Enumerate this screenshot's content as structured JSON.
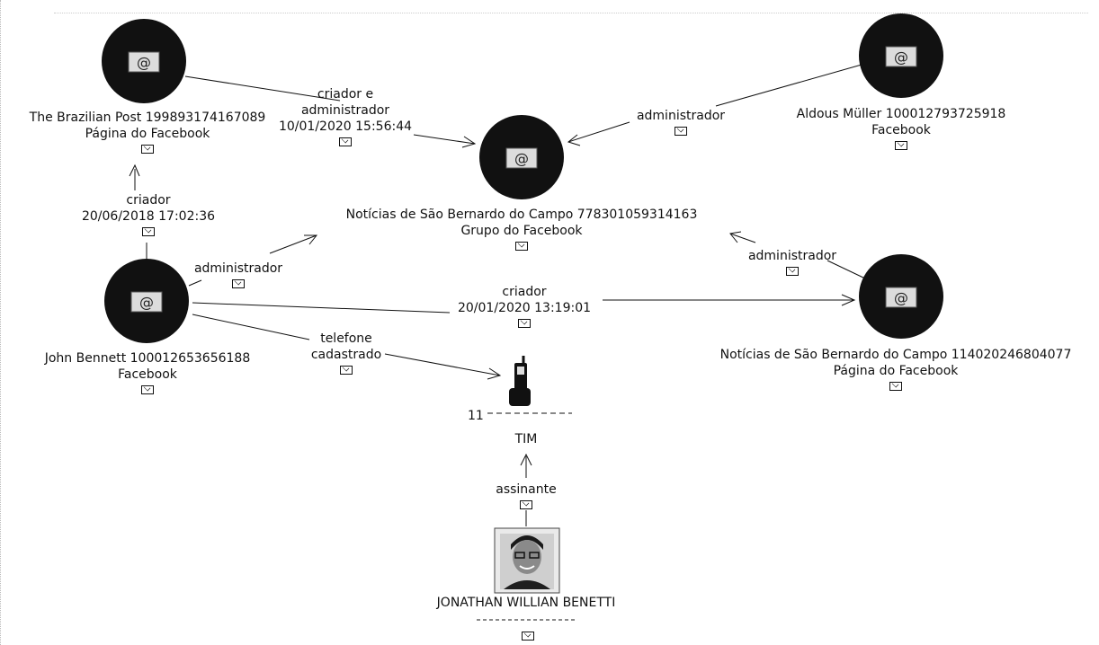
{
  "nodes": {
    "brazilian_post": {
      "name": "The Brazilian Post 199893174167089",
      "type": "Página do Facebook"
    },
    "aldous": {
      "name": "Aldous Müller 100012793725918",
      "type": "Facebook"
    },
    "noticias_grupo": {
      "name": "Notícias de São Bernardo do Campo 778301059314163",
      "type": "Grupo do Facebook"
    },
    "john": {
      "name": "John Bennett 100012653656188",
      "type": "Facebook"
    },
    "noticias_pagina": {
      "name": "Notícias de São Bernardo do Campo 114020246804077",
      "type": "Página do Facebook"
    },
    "phone": {
      "number": "11",
      "carrier": "TIM"
    },
    "jonathan": {
      "name": "JONATHAN WILLIAN BENETTI"
    }
  },
  "edges": {
    "post_to_grupo": {
      "line1": "criador e",
      "line2": "administrador",
      "line3": "10/01/2020 15:56:44"
    },
    "aldous_to_grupo": {
      "label": "administrador"
    },
    "john_to_post": {
      "line1": "criador",
      "line2": "20/06/2018 17:02:36"
    },
    "john_to_grupo": {
      "label": "administrador"
    },
    "john_to_pagina": {
      "line1": "criador",
      "line2": "20/01/2020 13:19:01"
    },
    "pagina_to_grupo": {
      "label": "administrador"
    },
    "john_to_phone": {
      "line1": "telefone",
      "line2": "cadastrado"
    },
    "jonathan_to_phone": {
      "label": "assinante"
    }
  },
  "icons": {
    "facebook_node": "facebook-globe-icon",
    "envelope": "envelope-icon",
    "phone": "mobile-phone-icon",
    "person": "person-photo-icon"
  }
}
